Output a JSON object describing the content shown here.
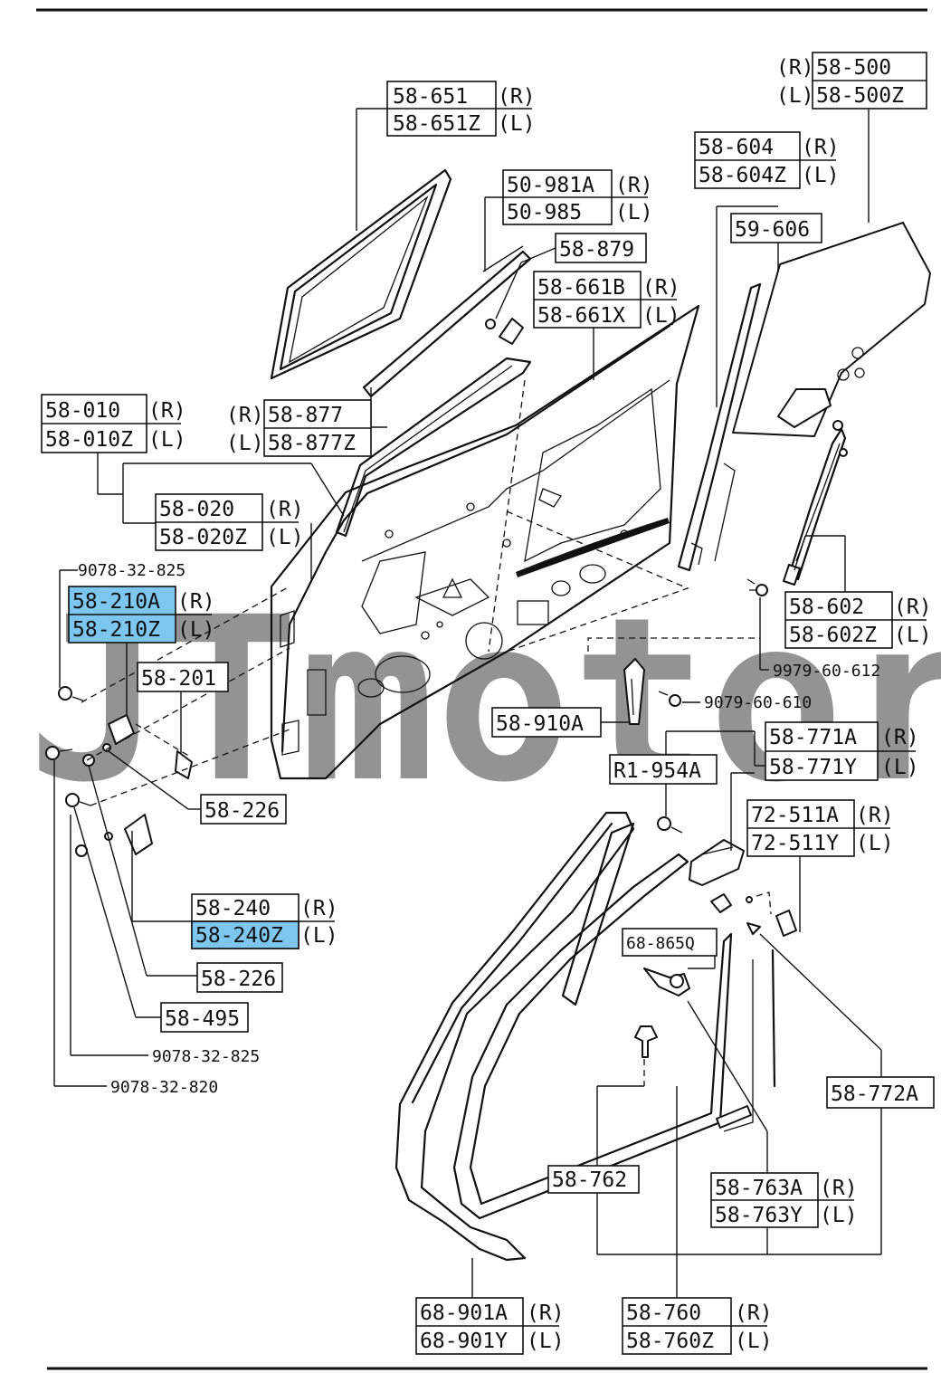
{
  "watermark": "JTmotors",
  "labels": {
    "p58_651": "58-651",
    "p58_651_side": "(R)",
    "p58_651z": "58-651Z",
    "p58_651z_side": "(L)",
    "p58_500_side": "(R)",
    "p58_500": "58-500",
    "p58_500z_side": "(L)",
    "p58_500z": "58-500Z",
    "p58_604": "58-604",
    "p58_604_side": "(R)",
    "p58_604z": "58-604Z",
    "p58_604z_side": "(L)",
    "p50_981a": "50-981A",
    "p50_981a_side": "(R)",
    "p50_985": "50-985",
    "p50_985_side": "(L)",
    "p59_606": "59-606",
    "p58_879": "58-879",
    "p58_661b": "58-661B",
    "p58_661b_side": "(R)",
    "p58_661x": "58-661X",
    "p58_661x_side": "(L)",
    "p58_010": "58-010",
    "p58_010_side": "(R)",
    "p58_010z": "58-010Z",
    "p58_010z_side": "(L)",
    "p58_877_side": "(R)",
    "p58_877": "58-877",
    "p58_877z_side": "(L)",
    "p58_877z": "58-877Z",
    "p58_020": "58-020",
    "p58_020_side": "(R)",
    "p58_020z": "58-020Z",
    "p58_020z_side": "(L)",
    "b9078_32_825_top": "9078-32-825",
    "p58_210a": "58-210A",
    "p58_210a_side": "(R)",
    "p58_210z": "58-210Z",
    "p58_210z_side": "(L)",
    "p58_201": "58-201",
    "p58_602": "58-602",
    "p58_602_side": "(R)",
    "p58_602z": "58-602Z",
    "p58_602z_side": "(L)",
    "b9979_60_612": "9979-60-612",
    "b9079_60_610": "9079-60-610",
    "p58_910a": "58-910A",
    "p58_771a": "58-771A",
    "p58_771a_side": "(R)",
    "p58_771y": "58-771Y",
    "p58_771y_side": "(L)",
    "r1_954a": "R1-954A",
    "p58_226_a": "58-226",
    "p72_511a": "72-511A",
    "p72_511a_side": "(R)",
    "p72_511y": "72-511Y",
    "p72_511y_side": "(L)",
    "p58_240": "58-240",
    "p58_240_side": "(R)",
    "p58_240z": "58-240Z",
    "p58_240z_side": "(L)",
    "p68_865q": "68-865Q",
    "p58_226_b": "58-226",
    "p58_495": "58-495",
    "b9078_32_825_bot": "9078-32-825",
    "b9078_32_820": "9078-32-820",
    "p58_772a": "58-772A",
    "p58_762": "58-762",
    "p58_763a": "58-763A",
    "p58_763a_side": "(R)",
    "p58_763y": "58-763Y",
    "p58_763y_side": "(L)",
    "p68_901a": "68-901A",
    "p68_901a_side": "(R)",
    "p68_901y": "68-901Y",
    "p68_901y_side": "(L)",
    "p58_760": "58-760",
    "p58_760_side": "(R)",
    "p58_760z": "58-760Z",
    "p58_760z_side": "(L)"
  },
  "highlight_color": "#7cc6ef"
}
